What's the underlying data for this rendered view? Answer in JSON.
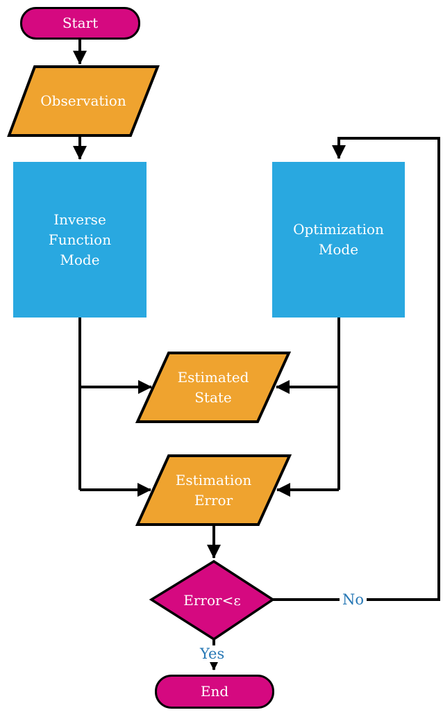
{
  "diagram": {
    "background": "#FFFFFF",
    "colors": {
      "terminator": "#D50980",
      "decision": "#D50980",
      "io": "#EFA32F",
      "process": "#29A8E0",
      "edge_label": "#2878B5",
      "line": "#000000"
    },
    "nodes": {
      "start": {
        "label": "Start",
        "type": "terminator"
      },
      "observation": {
        "label": "Observation",
        "type": "input-output"
      },
      "inverse_function_mode": {
        "label": "Inverse Function Mode",
        "type": "process"
      },
      "optimization_mode": {
        "label": "Optimization Mode",
        "type": "process"
      },
      "estimated_state": {
        "label": "Estimated State",
        "type": "input-output"
      },
      "estimation_error": {
        "label": "Estimation Error",
        "type": "input-output"
      },
      "decision": {
        "label": "Error<ε",
        "type": "decision"
      },
      "end": {
        "label": "End",
        "type": "terminator"
      }
    },
    "edge_labels": {
      "yes": "Yes",
      "no": "No"
    }
  }
}
